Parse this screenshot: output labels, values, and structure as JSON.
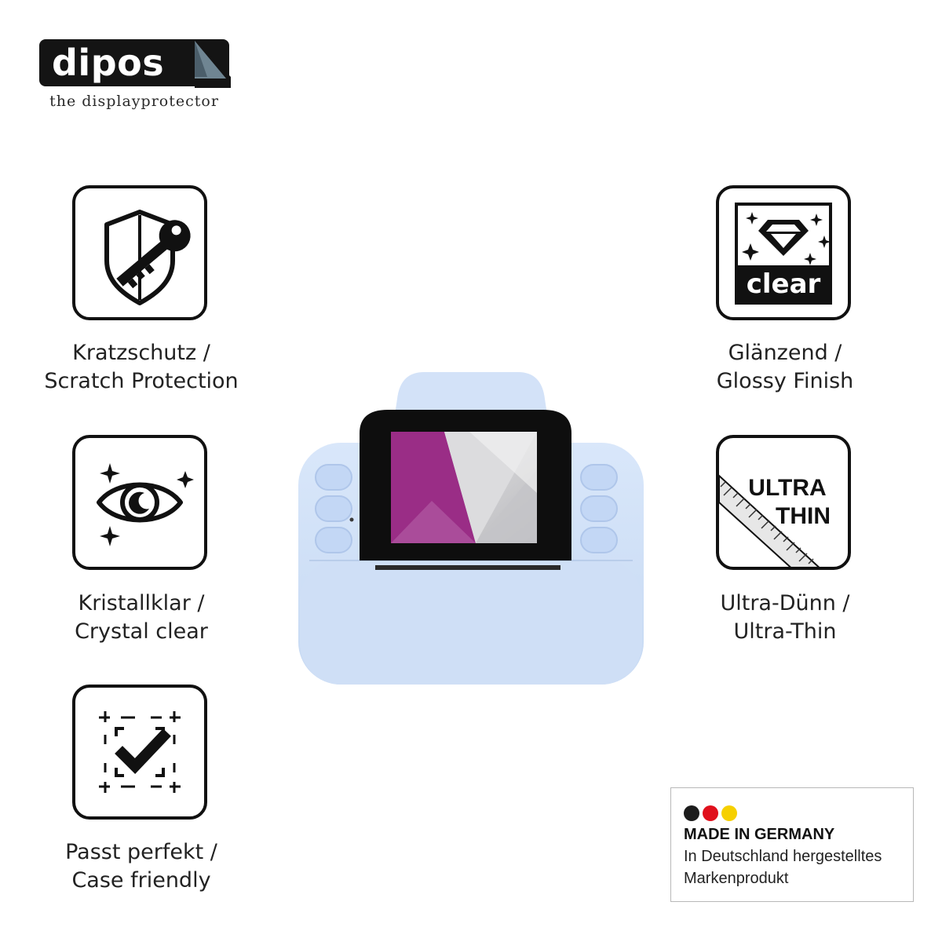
{
  "brand": {
    "name": "dipos",
    "tagline": "the displayprotector"
  },
  "features": [
    {
      "icon": "shield-key-icon",
      "line1": "Kratzschutz /",
      "line2": "Scratch Protection"
    },
    {
      "icon": "eye-sparkle-icon",
      "line1": "Kristallklar /",
      "line2": "Crystal clear"
    },
    {
      "icon": "check-frame-icon",
      "line1": "Passt perfekt /",
      "line2": "Case friendly"
    },
    {
      "icon": "diamond-clear-icon",
      "badge": "clear",
      "line1": "Glänzend /",
      "line2": "Glossy Finish"
    },
    {
      "icon": "ruler-ultra-thin-icon",
      "badge_line1": "ULTRA",
      "badge_line2": "THIN",
      "line1": "Ultra-Dünn /",
      "line2": "Ultra-Thin"
    }
  ],
  "made_in": {
    "title": "MADE IN GERMANY",
    "line1": "In Deutschland hergestelltes",
    "line2": "Markenprodukt",
    "flag_colors": [
      "#1c1c1c",
      "#e0101c",
      "#f6d000"
    ]
  },
  "colors": {
    "camera_body": "#cfe0f7",
    "screen_accent": "#9a2d86"
  }
}
